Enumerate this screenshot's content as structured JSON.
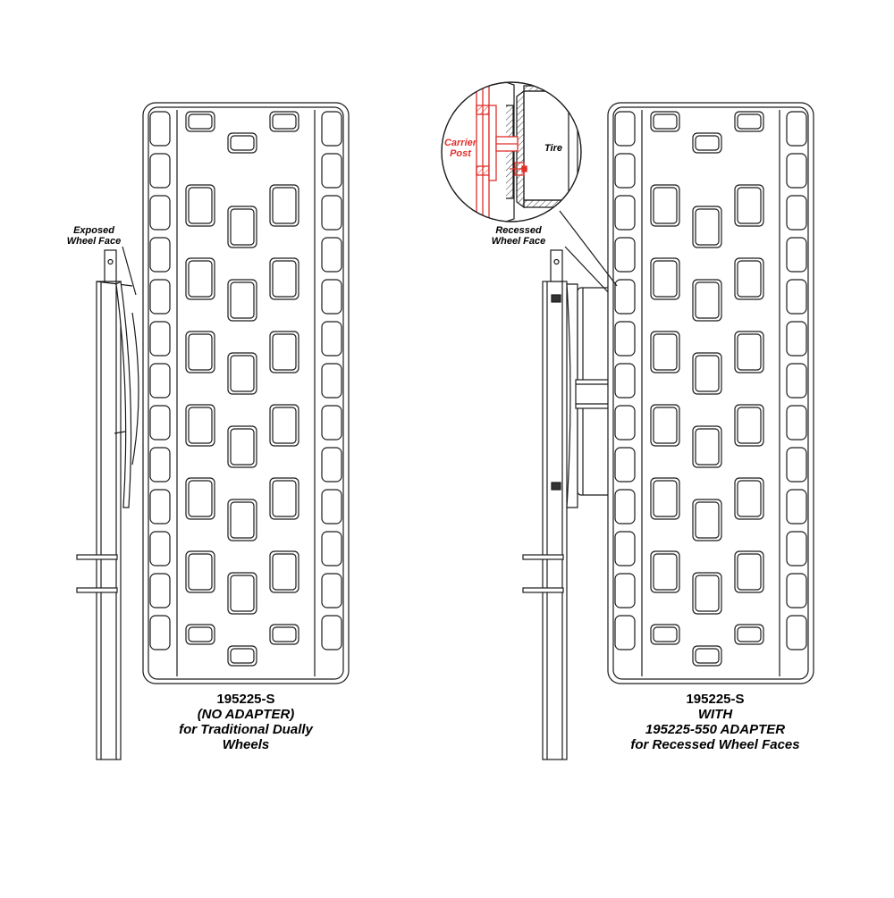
{
  "left": {
    "callout": [
      "Exposed",
      "Wheel Face"
    ],
    "caption": {
      "model": "195225-S",
      "line2": "(NO ADAPTER)",
      "line3": "for Traditional Dually",
      "line4": "Wheels"
    }
  },
  "right": {
    "callout": [
      "Recessed",
      "Wheel Face"
    ],
    "caption": {
      "model": "195225-S",
      "line2": "WITH",
      "line3": "195225-550 ADAPTER",
      "line4": "for Recessed Wheel Faces"
    },
    "detail": {
      "carrier_label": [
        "Carrier",
        "Post"
      ],
      "tire_label": "Tire"
    }
  },
  "colors": {
    "line": "#1a1a1a",
    "highlight": "#e0302a"
  }
}
